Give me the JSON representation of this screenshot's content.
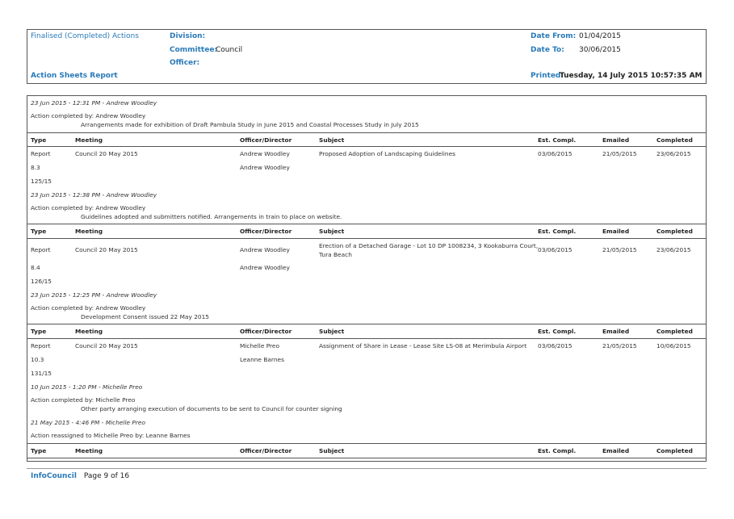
{
  "header": {
    "report_type": "Finalised (Completed) Actions",
    "report_name": "Action Sheets Report",
    "division_label": "Division:",
    "committee_label": "Committee:",
    "committee_value": "Council",
    "officer_label": "Officer:",
    "date_from_label": "Date From:",
    "date_from_value": "01/04/2015",
    "date_to_label": "Date To:",
    "date_to_value": "30/06/2015",
    "printed_label": "Printed:",
    "printed_value": "Tuesday, 14 July 2015  10:57:35 AM"
  },
  "columns": [
    "Type",
    "Meeting",
    "Officer/Director",
    "Subject",
    "Est. Compl.",
    "Emailed",
    "Completed"
  ],
  "intro": {
    "note_time": "23 Jun 2015 - 12:31 PM - Andrew Woodley",
    "completed_by": "Action completed by: Andrew Woodley",
    "completed_detail": "Arrangements made for exhibition of Draft Pambula Study in June 2015 and Coastal Processes Study in July 2015"
  },
  "items": [
    {
      "type": "Report",
      "meeting": "Council 20 May 2015",
      "officer": "Andrew Woodley",
      "director": "Andrew Woodley",
      "subject_line1": "Proposed Adoption of Landscaping Guidelines",
      "subject_line2": "",
      "est": "03/06/2015",
      "emailed": "21/05/2015",
      "completed": "23/06/2015",
      "item_no": "8.3",
      "ref": "125/15",
      "note_time": "23 Jun 2015 - 12:38 PM - Andrew Woodley",
      "completed_by": "Action completed by: Andrew Woodley",
      "completed_detail": "Guidelines adopted and submitters notified. Arrangements in train to place on website."
    },
    {
      "type": "Report",
      "meeting": "Council 20 May 2015",
      "officer": "Andrew Woodley",
      "director": "Andrew Woodley",
      "subject_line1": "Erection of a Detached Garage - Lot 10 DP 1008234, 3 Kookaburra Court,",
      "subject_line2": "Tura Beach",
      "est": "03/06/2015",
      "emailed": "21/05/2015",
      "completed": "23/06/2015",
      "item_no": "8.4",
      "ref": "126/15",
      "note_time": "23 Jun 2015 - 12:25 PM - Andrew Woodley",
      "completed_by": "Action completed by: Andrew Woodley",
      "completed_detail": "Development Consent issued 22 May 2015"
    },
    {
      "type": "Report",
      "meeting": "Council 20 May 2015",
      "officer": "Michelle Preo",
      "director": "Leanne Barnes",
      "subject_line1": "Assignment of Share in Lease - Lease Site LS-08 at Merimbula Airport",
      "subject_line2": "",
      "est": "03/06/2015",
      "emailed": "21/05/2015",
      "completed": "10/06/2015",
      "item_no": "10.3",
      "ref": "131/15",
      "note_time": "10 Jun 2015 - 1:20 PM - Michelle Preo",
      "completed_by": "Action completed by: Michelle Preo",
      "completed_detail": "Other party arranging execution of documents to be sent to Council for counter signing",
      "note2_time": "21 May 2015 - 4:46 PM - Michelle Preo",
      "note2_text": "Action reassigned to Michelle Preo by: Leanne Barnes"
    }
  ],
  "footer": {
    "brand": "InfoCouncil",
    "page": "Page 9 of 16"
  }
}
